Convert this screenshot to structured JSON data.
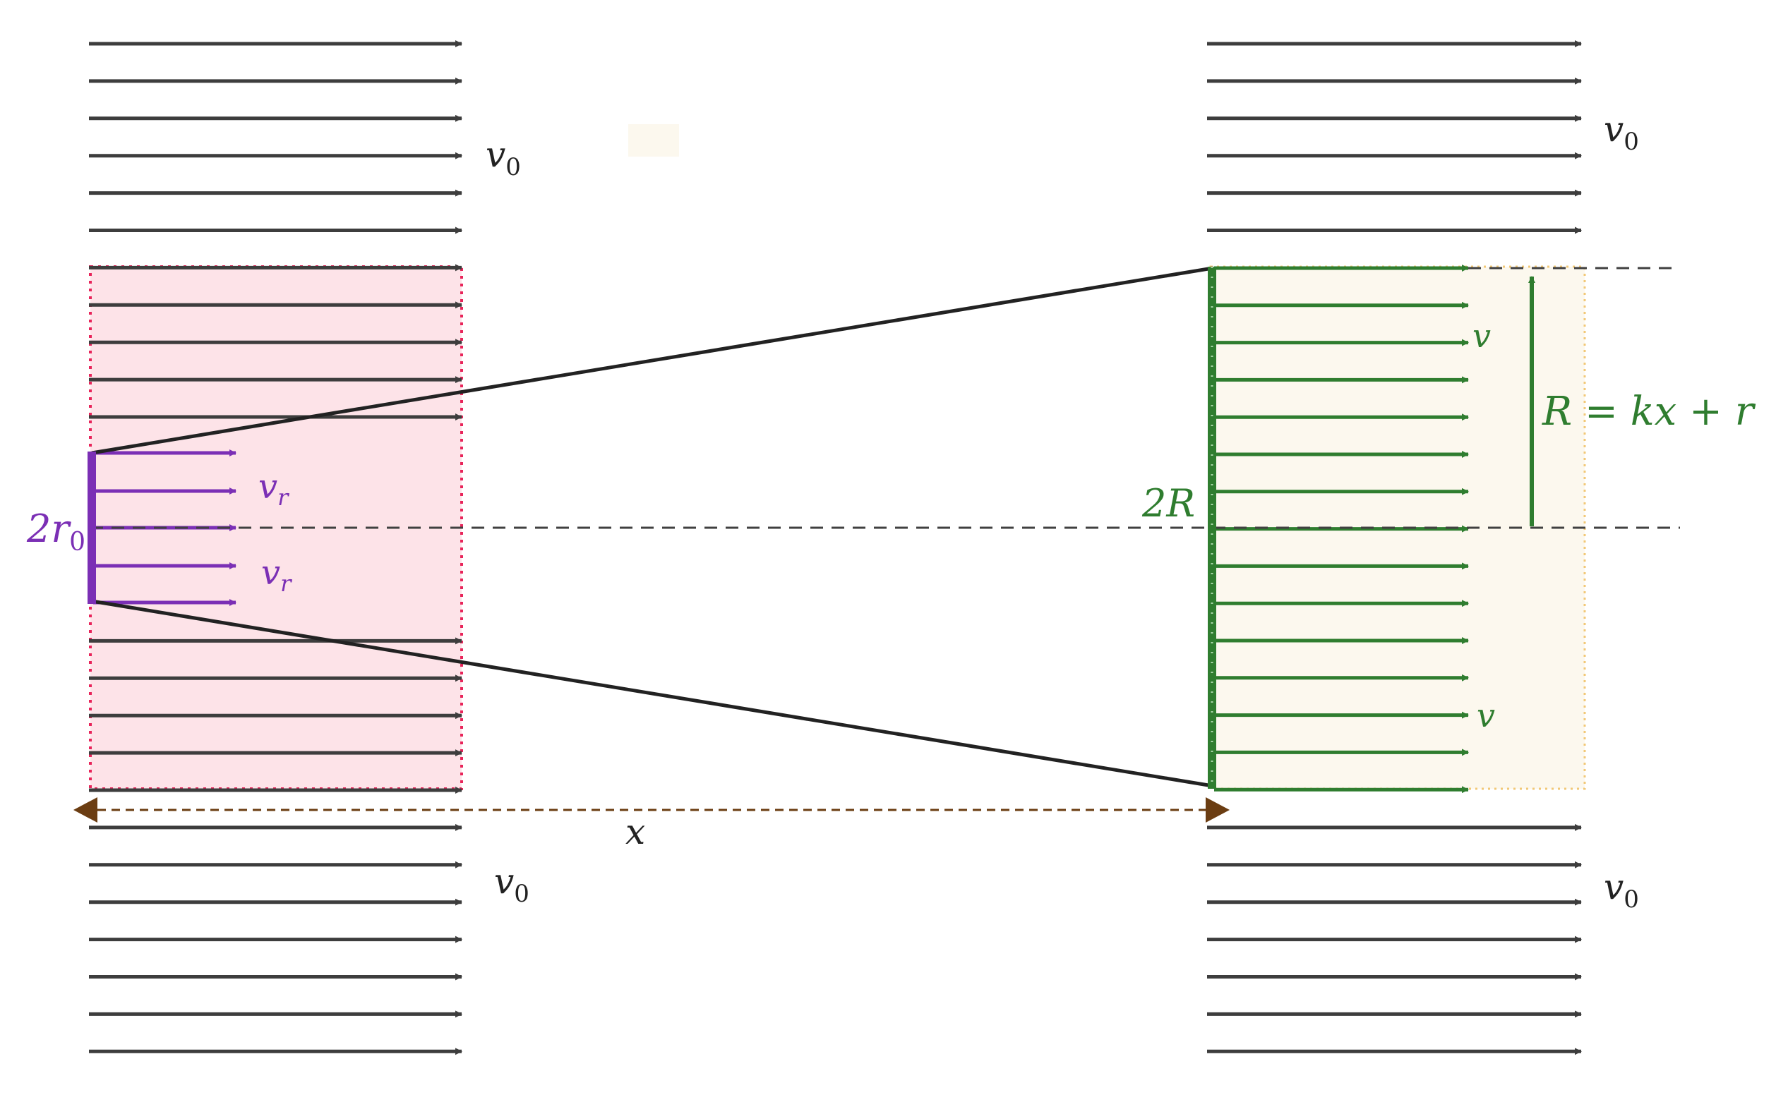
{
  "diagram": {
    "labels": {
      "v0_left_top": "v",
      "v0_left_top_sub": "0",
      "v0_left_bottom": "v",
      "v0_left_bottom_sub": "0",
      "v0_right_top": "v",
      "v0_right_top_sub": "0",
      "v0_right_bottom": "v",
      "v0_right_bottom_sub": "0",
      "vr_upper": "v",
      "vr_upper_sub": "r",
      "vr_lower": "v",
      "vr_lower_sub": "r",
      "two_r0": "2r",
      "two_r0_sub": "0",
      "two_R": "2R",
      "v_right_upper": "v",
      "v_right_lower": "v",
      "radius_formula": "R = kx + r",
      "distance": "x"
    },
    "colors": {
      "free_stream_arrow": "#3d3d3d",
      "rotor_purple": "#7b2fb5",
      "disk_green": "#2f7d2f",
      "inlet_region_fill": "#fde3e8",
      "inlet_region_border": "#e8245a",
      "outlet_region_fill": "#fcf8ee",
      "outlet_region_border": "#f2c877",
      "distance_arrow": "#6b3d12",
      "centerline": "#404040",
      "wake_boundary": "#222222"
    },
    "icons": {
      "free_stream": "right-arrow",
      "rotor_velocity": "right-arrow",
      "wake_velocity": "right-arrow",
      "radius": "up-arrow",
      "distance": "double-headed-arrow"
    }
  }
}
